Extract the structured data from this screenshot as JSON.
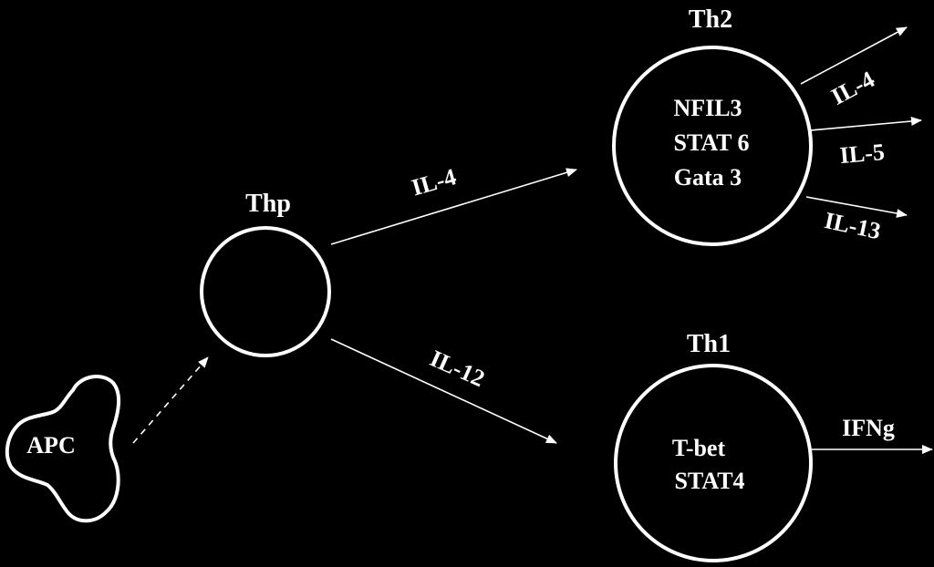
{
  "colors": {
    "background": "#000000",
    "foreground": "#ffffff"
  },
  "nodes": {
    "apc": {
      "label": "APC"
    },
    "thp": {
      "label": "Thp"
    },
    "th2": {
      "label": "Th2",
      "factors": [
        "NFIL3",
        "STAT 6",
        "Gata 3"
      ]
    },
    "th1": {
      "label": "Th1",
      "factors": [
        "T-bet",
        "STAT4"
      ]
    }
  },
  "edges": {
    "thp_to_th2": {
      "label": "IL-4"
    },
    "thp_to_th1": {
      "label": "IL-12"
    },
    "th2_out": [
      {
        "label": "IL-4"
      },
      {
        "label": "IL-5"
      },
      {
        "label": "IL-13"
      }
    ],
    "th1_out": [
      {
        "label": "IFNg"
      }
    ]
  }
}
